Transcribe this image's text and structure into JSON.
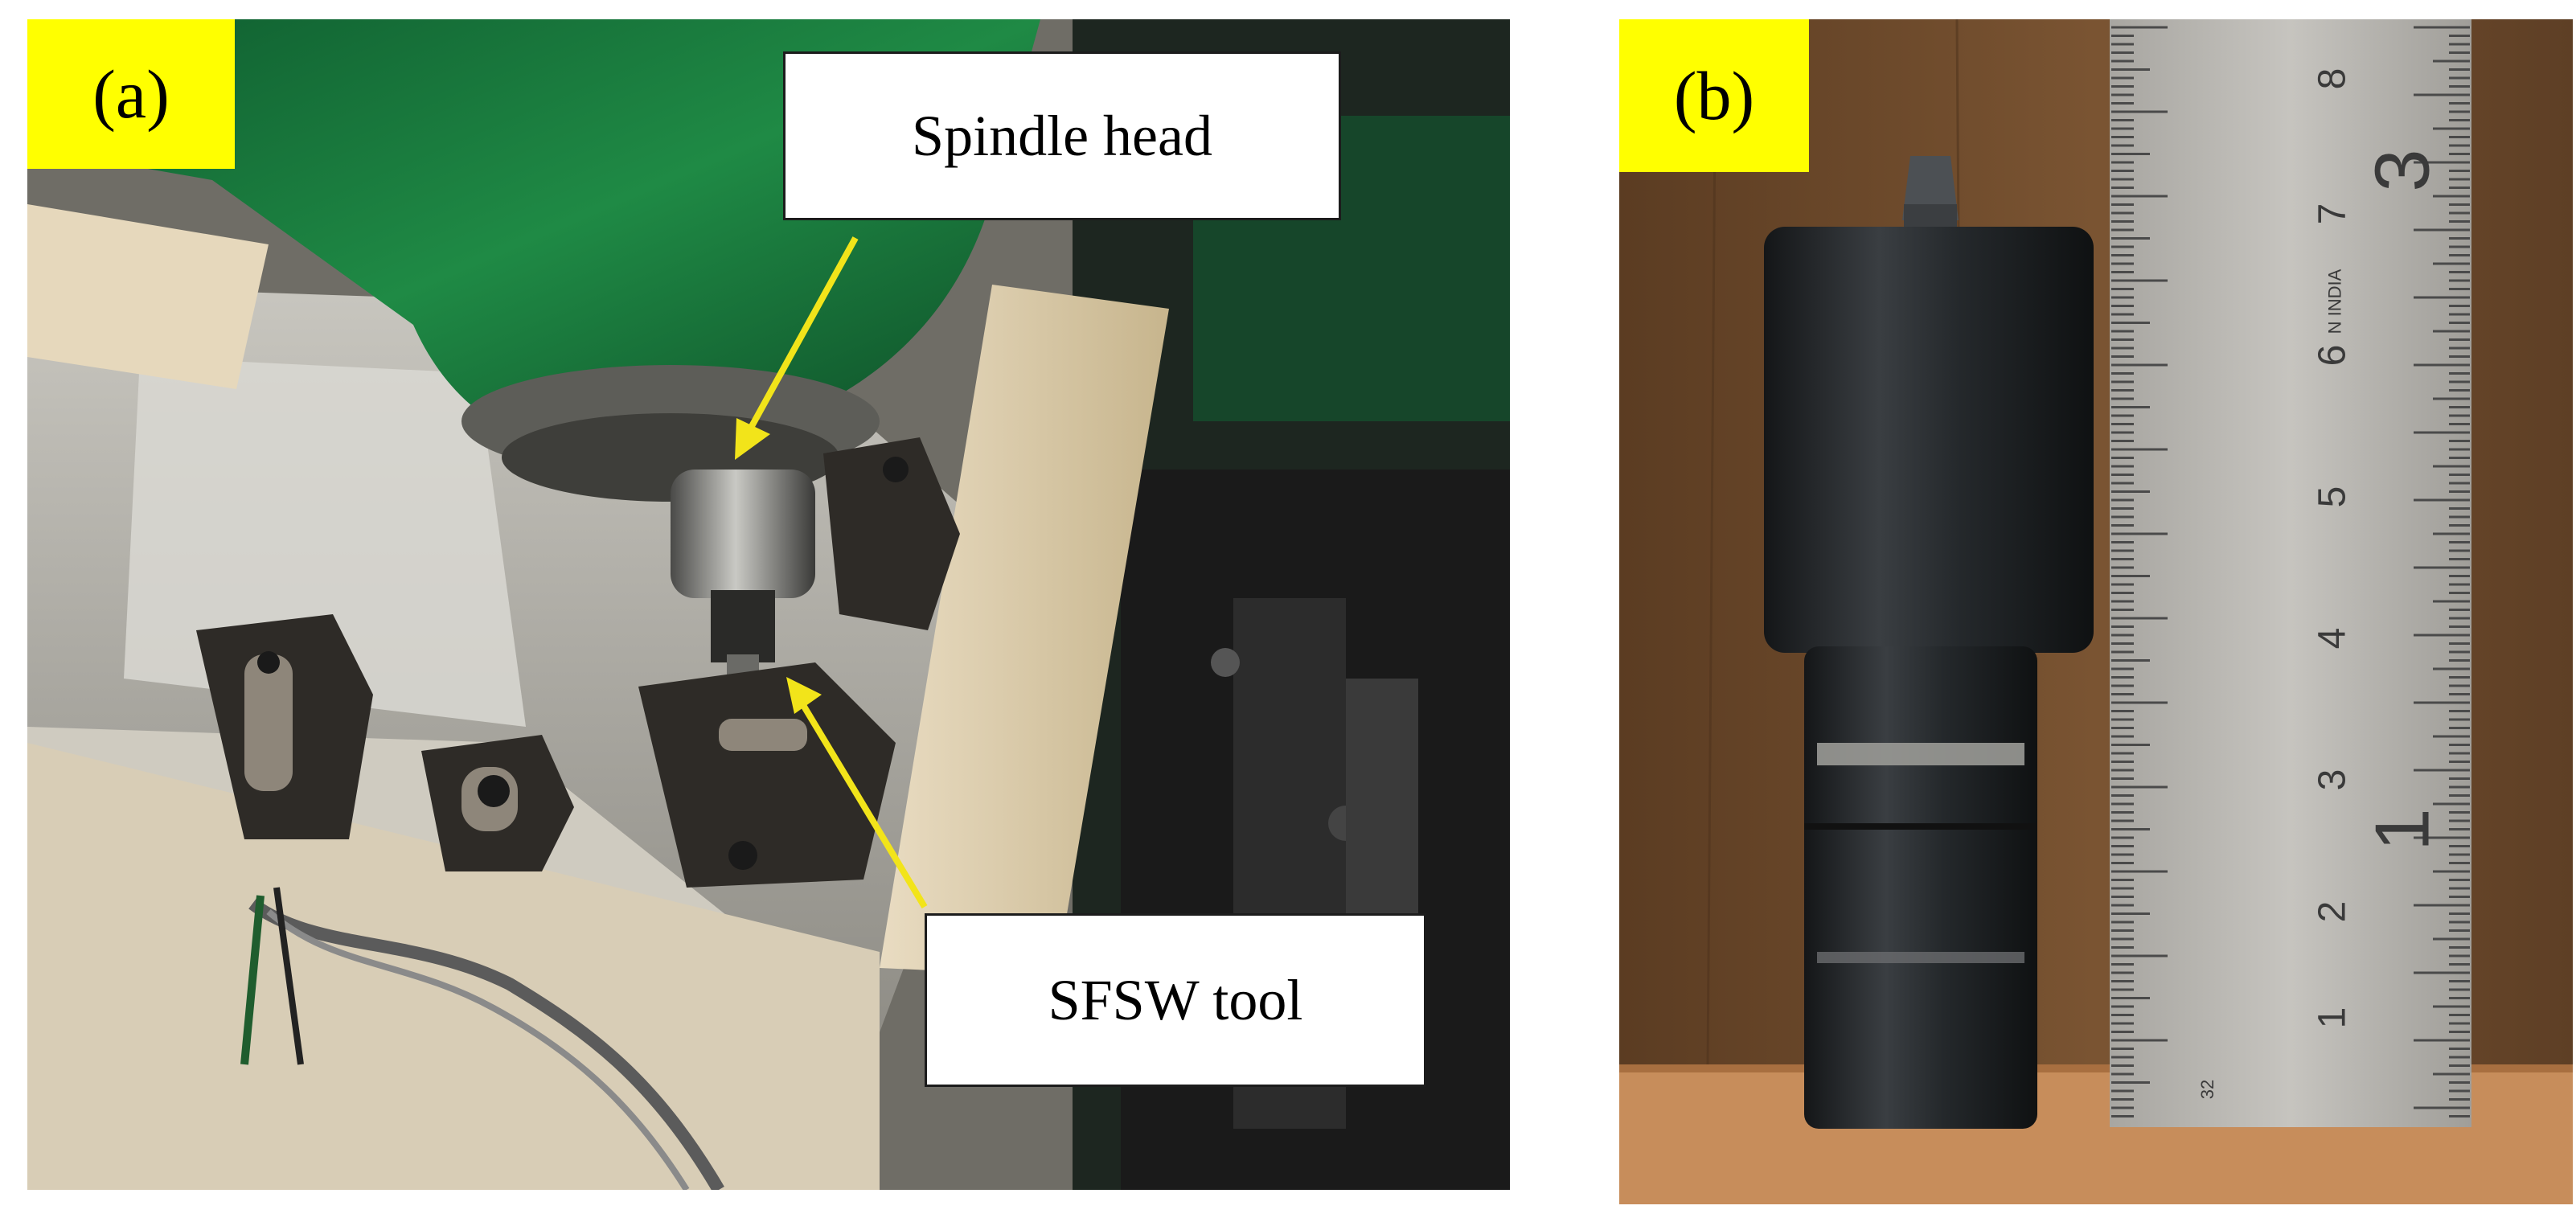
{
  "panel_a": {
    "label": "(a)",
    "callouts": {
      "spindle_head": "Spindle head",
      "sfsw_tool": "SFSW tool"
    },
    "colors": {
      "label_bg": "#ffff00",
      "arrow": "#f2e41a",
      "machine": "#1f8a45"
    }
  },
  "panel_b": {
    "label": "(b)",
    "ruler": {
      "inch_digits": [
        "3",
        "1"
      ],
      "mm_digits": [
        "8",
        "7",
        "6",
        "5",
        "4",
        "3",
        "2",
        "1"
      ],
      "maker_text": "N INDIA",
      "small_mark": "32"
    },
    "colors": {
      "label_bg": "#ffff00",
      "wood": "#6b4a2c",
      "ruler": "#b9b7b2"
    }
  }
}
